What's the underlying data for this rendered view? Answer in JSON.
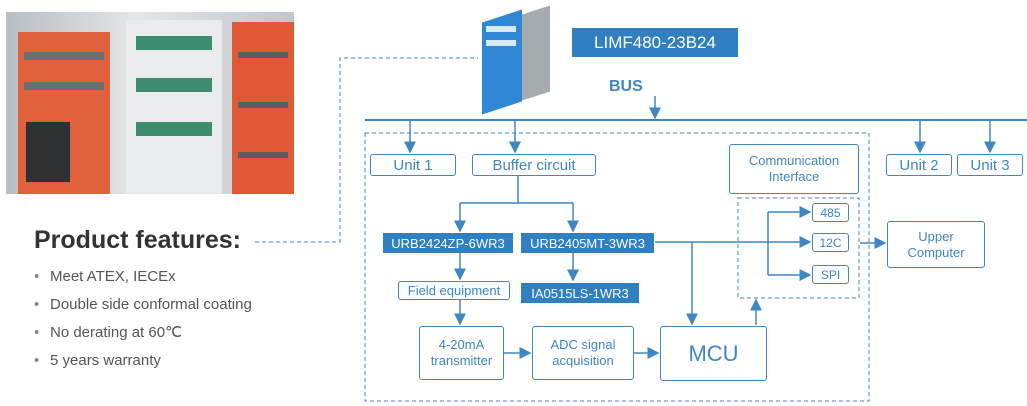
{
  "product": {
    "model": "LIMF480-23B24",
    "bus_label": "BUS"
  },
  "features": {
    "title": "Product features:",
    "items": [
      "Meet ATEX, IECEx",
      "Double side conformal coating",
      "No derating at 60℃",
      "5 years warranty"
    ]
  },
  "units": {
    "unit1": "Unit 1",
    "buffer": "Buffer circuit",
    "unit2": "Unit 2",
    "unit3": "Unit 3"
  },
  "comm": {
    "interface": "Communication\nInterface",
    "p485": "485",
    "i2c": "12C",
    "spi": "SPI",
    "upper": "Upper\nComputer"
  },
  "modules": {
    "urb2424": "URB2424ZP-6WR3",
    "urb2405": "URB2405MT-3WR3",
    "ia0515": "IA0515LS-1WR3"
  },
  "chain": {
    "field": "Field equipment",
    "transmitter": "4-20mA\ntransmitter",
    "adc": "ADC signal\nacquisition",
    "mcu": "MCU"
  },
  "colors": {
    "accent": "#2f7fc1",
    "line": "#3f86c4",
    "text_dark": "#333333"
  }
}
